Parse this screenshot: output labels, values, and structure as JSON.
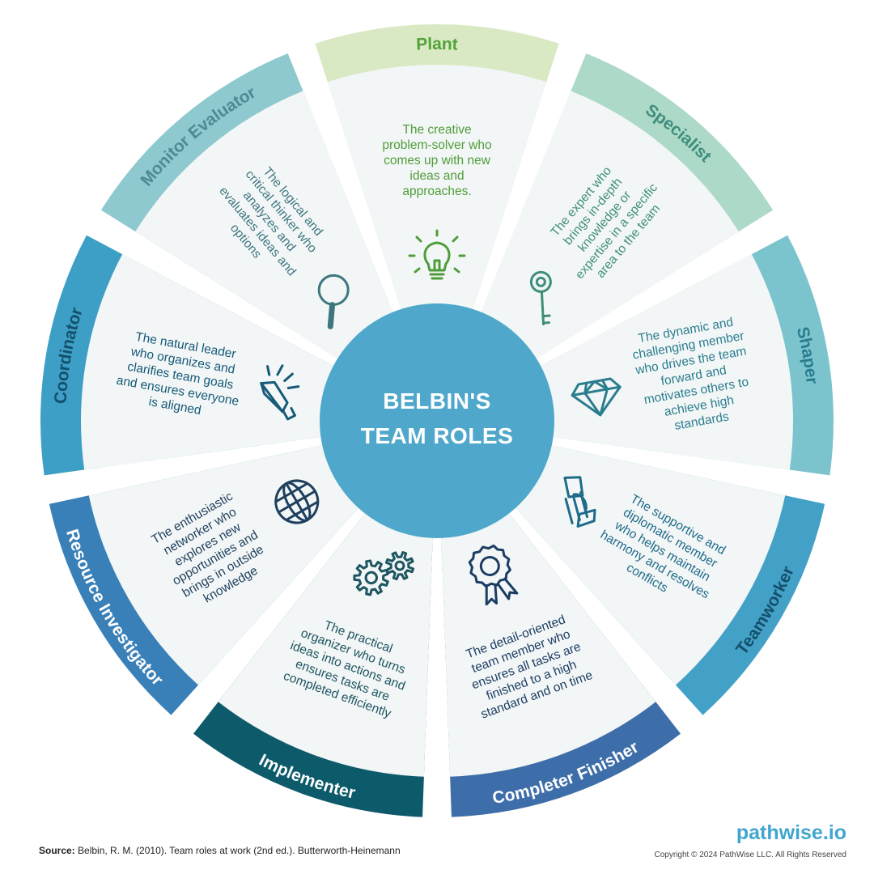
{
  "center": {
    "line1": "BELBIN'S",
    "line2": "TEAM ROLES",
    "color": "#4fa8cb"
  },
  "roles": [
    {
      "name": "Plant",
      "desc": [
        "The creative",
        "problem-solver who",
        "comes up with new",
        "ideas and",
        "approaches."
      ],
      "icon": "lightbulb-icon",
      "color": "#d9e9c3",
      "label_color": "#52a33a",
      "desc_color": "#4f9d3a"
    },
    {
      "name": "Specialist",
      "desc": [
        "The expert who",
        "brings in-depth",
        "knowledge or",
        "expertise in a specific",
        "area to the team"
      ],
      "icon": "key-icon",
      "color": "#add9c9",
      "label_color": "#3f8e7b",
      "desc_color": "#3f8e7b"
    },
    {
      "name": "Shaper",
      "desc": [
        "The dynamic and",
        "challenging member",
        "who drives the team",
        "forward and",
        "motivates others to",
        "achieve high",
        "standards"
      ],
      "icon": "diamond-icon",
      "color": "#7cc4cd",
      "label_color": "#2a7d8f",
      "desc_color": "#2a7d8f"
    },
    {
      "name": "Teamworker",
      "desc": [
        "The supportive and",
        "diplomatic member",
        "who helps maintain",
        "harmony and resolves",
        "conflicts"
      ],
      "icon": "hands-icon",
      "color": "#43a0c7",
      "label_color": "#13506b",
      "desc_color": "#1f6b8a"
    },
    {
      "name": "Completer Finisher",
      "desc": [
        "The detail-oriented",
        "team member who",
        "ensures all tasks are",
        "finished to a high",
        "standard and on time"
      ],
      "icon": "award-icon",
      "color": "#3e6ea9",
      "label_color": "#ffffff",
      "desc_color": "#1c3d63"
    },
    {
      "name": "Implementer",
      "desc": [
        "The practical",
        "organizer who turns",
        "ideas into actions and",
        "ensures tasks are",
        "completed efficiently"
      ],
      "icon": "gears-icon",
      "color": "#0d5a6b",
      "label_color": "#ffffff",
      "desc_color": "#1d5561"
    },
    {
      "name": "Resource Investigator",
      "desc": [
        "The enthusiastic",
        "networker who",
        "explores new",
        "opportunities and",
        "brings in outside",
        "knowledge"
      ],
      "icon": "globe-icon",
      "color": "#3a80b8",
      "label_color": "#ffffff",
      "desc_color": "#1e3f5d"
    },
    {
      "name": "Coordinator",
      "desc": [
        "The natural leader",
        "who organizes and",
        "clarifies team goals",
        "and ensures everyone",
        "is aligned"
      ],
      "icon": "megaphone-icon",
      "color": "#3d9fc5",
      "label_color": "#13506b",
      "desc_color": "#155a78"
    },
    {
      "name": "Monitor Evaluator",
      "desc": [
        "The logical and",
        "critical thinker who",
        "analyzes and",
        "evaluates ideas and",
        "options"
      ],
      "icon": "magnifier-icon",
      "color": "#8fc9d0",
      "label_color": "#4f8a94",
      "desc_color": "#3e7680"
    }
  ],
  "footer": {
    "source_label": "Source:",
    "source_text": " Belbin, R. M. (2010). Team roles at work (2nd ed.). Butterworth-Heinemann",
    "brand": "pathwise.io",
    "copyright": "Copyright © 2024 PathWise LLC. All Rights Reserved"
  }
}
